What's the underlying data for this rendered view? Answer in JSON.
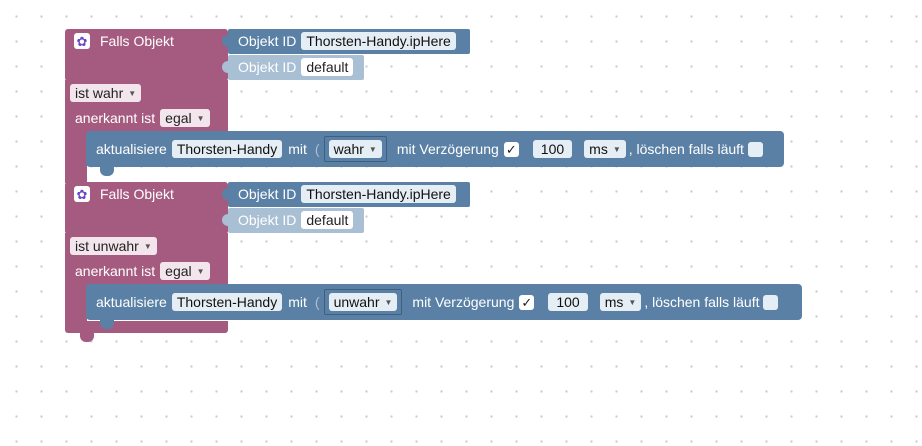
{
  "blocks": [
    {
      "event_label": "Falls Objekt",
      "object_id_label": "Objekt ID",
      "object_id_value": "Thorsten-Handy.ipHere",
      "object_id2_label": "Objekt ID",
      "object_id2_value": "default",
      "condition": "ist wahr",
      "ack_label": "anerkannt ist",
      "ack_value": "egal",
      "update_label": "aktualisiere",
      "update_target": "Thorsten-Handy",
      "with_label": "mit",
      "value": "wahr",
      "delay_label": "mit Verzögerung",
      "delay_checked": "✓",
      "delay_amount": "100",
      "delay_unit": "ms",
      "clear_label": ", löschen falls läuft"
    },
    {
      "event_label": "Falls Objekt",
      "object_id_label": "Objekt ID",
      "object_id_value": "Thorsten-Handy.ipHere",
      "object_id2_label": "Objekt ID",
      "object_id2_value": "default",
      "condition": "ist unwahr",
      "ack_label": "anerkannt ist",
      "ack_value": "egal",
      "update_label": "aktualisiere",
      "update_target": "Thorsten-Handy",
      "with_label": "mit",
      "value": "unwahr",
      "delay_label": "mit Verzögerung",
      "delay_checked": "✓",
      "delay_amount": "100",
      "delay_unit": "ms",
      "clear_label": ", löschen falls läuft"
    }
  ],
  "colors": {
    "event": "#a55b80",
    "object_bar": "#5b80a5",
    "object_bar_disabled": "#a8bfd4",
    "gear": "#6b44c8"
  },
  "icons": {
    "event_icon": "gear-icon",
    "dropdown_icon": "caret-down-icon",
    "checkbox_icon": "checkmark-icon"
  }
}
